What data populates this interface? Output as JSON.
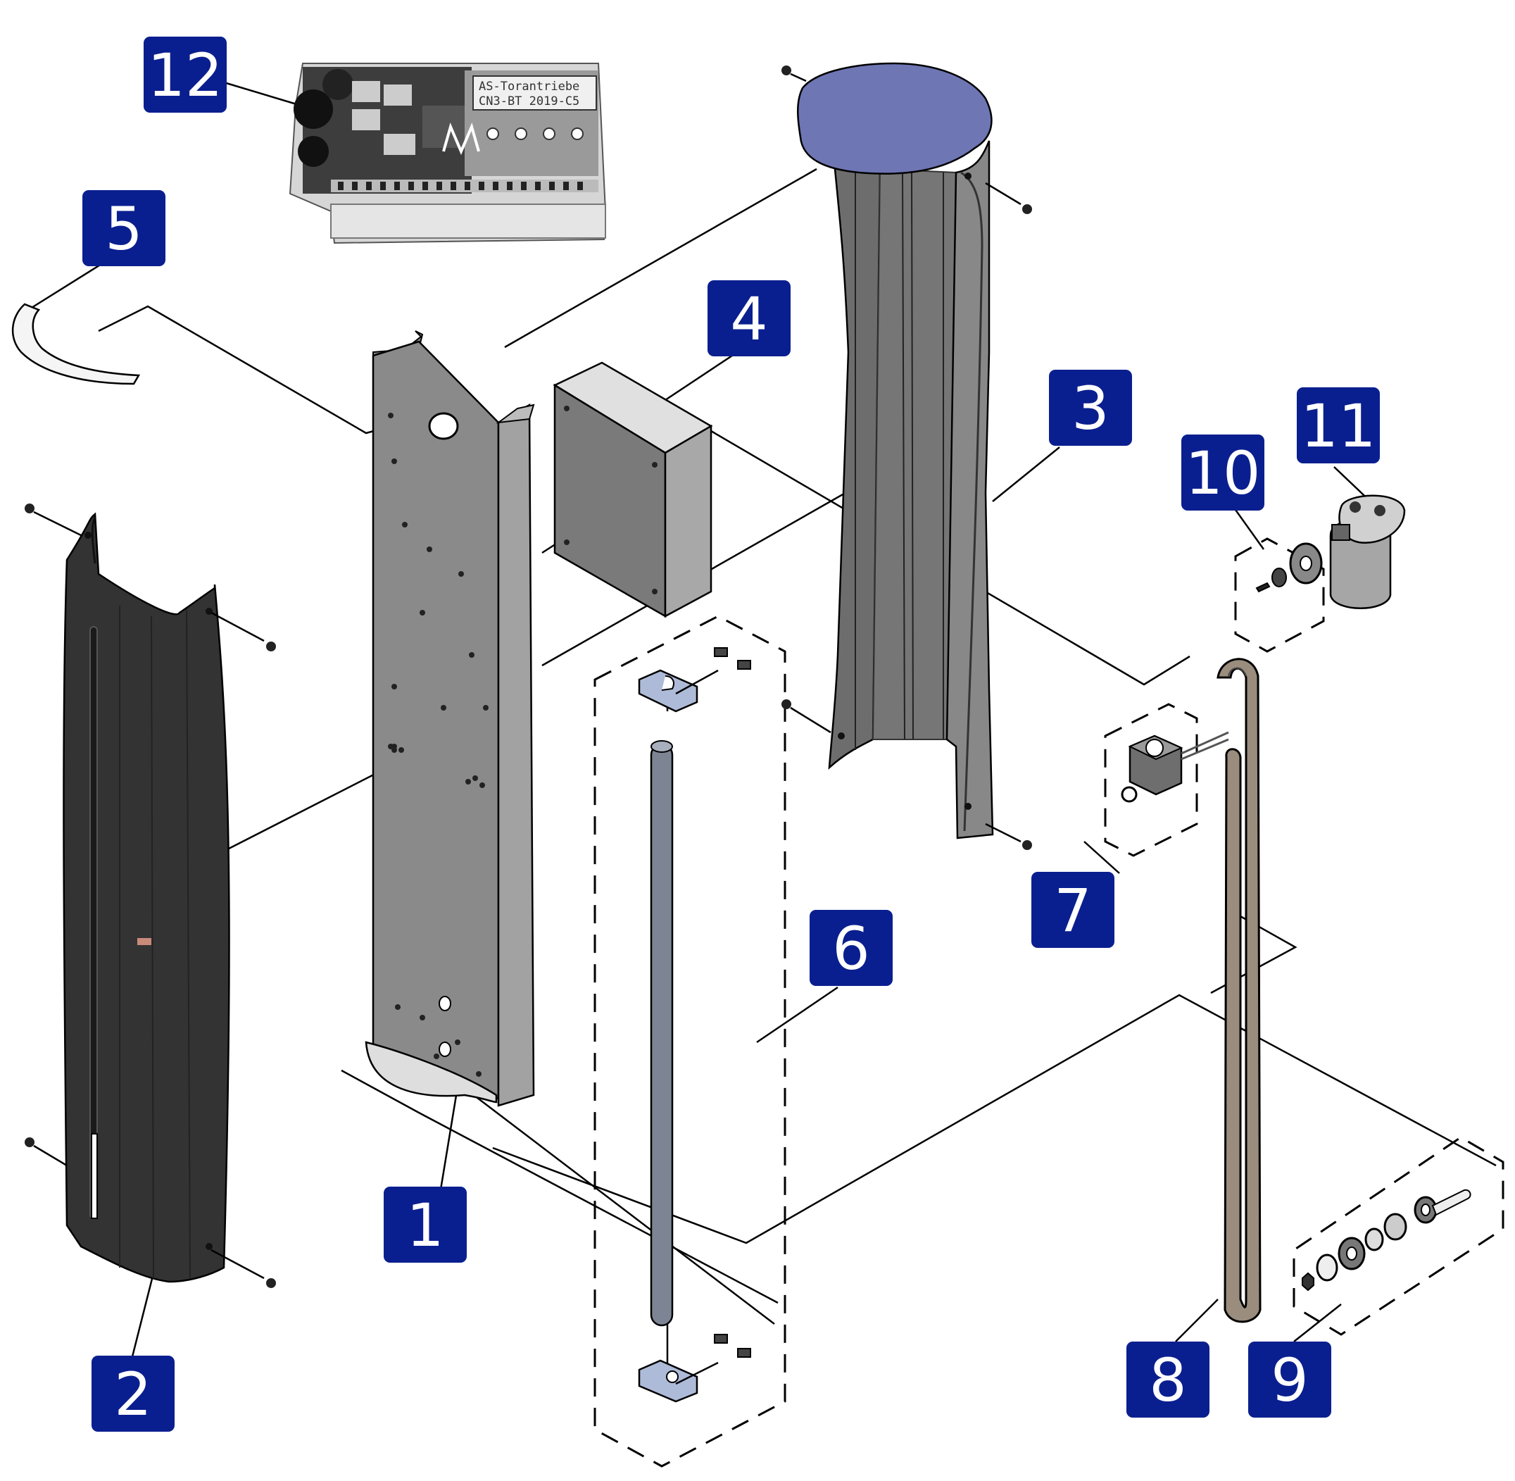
{
  "colors": {
    "badge": "#0a1f8f",
    "badge_text": "#ffffff",
    "cap_top": "#6e76b4",
    "cover_grey": "#6d6d6d",
    "front_cover": "#333333",
    "frame_grey": "#8c8c8c",
    "box_grey": "#7a7a7a",
    "rod_grey": "#7d8595",
    "block_blue": "#aebbd8"
  },
  "badges": [
    {
      "id": "1",
      "label": "1"
    },
    {
      "id": "2",
      "label": "2"
    },
    {
      "id": "3",
      "label": "3"
    },
    {
      "id": "4",
      "label": "4"
    },
    {
      "id": "5",
      "label": "5"
    },
    {
      "id": "6",
      "label": "6"
    },
    {
      "id": "7",
      "label": "7"
    },
    {
      "id": "8",
      "label": "8"
    },
    {
      "id": "9",
      "label": "9"
    },
    {
      "id": "10",
      "label": "10"
    },
    {
      "id": "11",
      "label": "11"
    },
    {
      "id": "12",
      "label": "12"
    }
  ],
  "pcb": {
    "display_line1": "AS-Torantriebe",
    "display_line2": "CN3-BT  2019-C5"
  },
  "parts": {
    "p1": "frame-icon",
    "p2": "front-cover-icon",
    "p3": "rear-cover-icon",
    "p4": "enclosure-box-icon",
    "p5": "top-arc-icon",
    "p6": "rod-assembly-icon",
    "p7": "solenoid-icon",
    "p8": "chain-icon",
    "p9": "sprocket-kit-icon",
    "p10": "gear-kit-icon",
    "p11": "motor-icon",
    "p12": "control-board-icon"
  }
}
